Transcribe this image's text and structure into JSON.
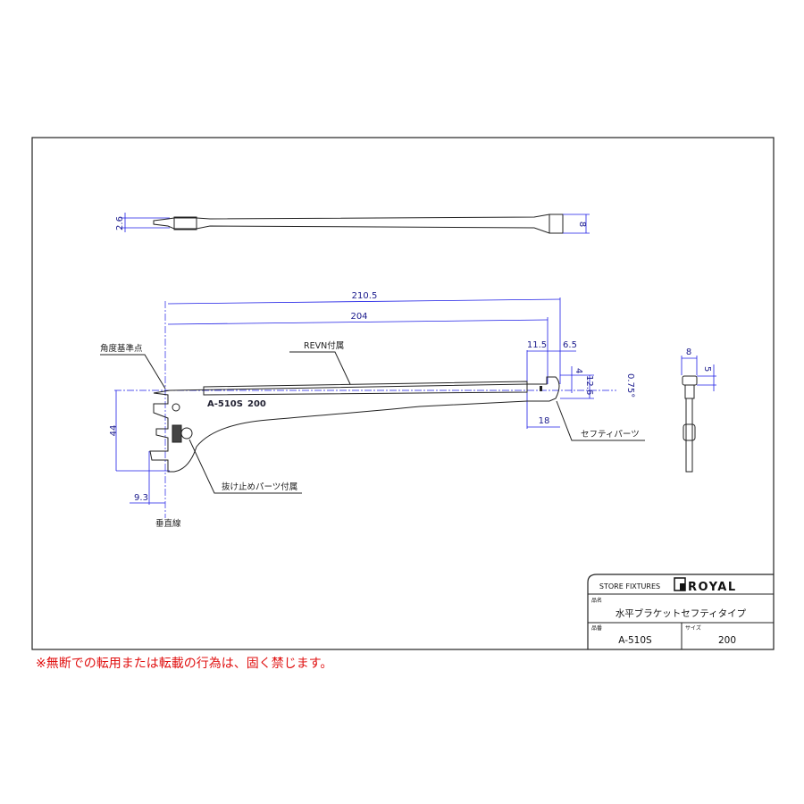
{
  "drawing": {
    "top_view": {
      "dim_left": "2.6",
      "dim_right": "8"
    },
    "side_view": {
      "dim_total": "210.5",
      "dim_204": "204",
      "dim_11_5": "11.5",
      "dim_6_5": "6.5",
      "dim_4": "4",
      "dim_12_6": "12.6",
      "dim_angle": "0.75°",
      "dim_18": "18",
      "dim_44": "44",
      "dim_9_3": "9.3",
      "label_angle_ref": "角度基準点",
      "label_revn": "REVN付属",
      "label_safety": "セフティパーツ",
      "label_stopper": "抜け止めパーツ付属",
      "label_vertical": "垂直線",
      "stamp_model": "A-510S",
      "stamp_size": "200"
    },
    "end_view": {
      "dim_width": "8",
      "dim_height": "5"
    }
  },
  "title_block": {
    "company_tag": "STORE FIXTURES",
    "brand": "ROYAL",
    "name_label": "品名",
    "name_value": "水平ブラケットセフティタイプ",
    "part_label": "品番",
    "part_value": "A-510S",
    "size_label": "サイズ",
    "size_value": "200"
  },
  "notice": "※無断での転用または転載の行為は、固く禁じます。",
  "colors": {
    "dimension": "#1e1ee6",
    "notice": "#e01010"
  }
}
